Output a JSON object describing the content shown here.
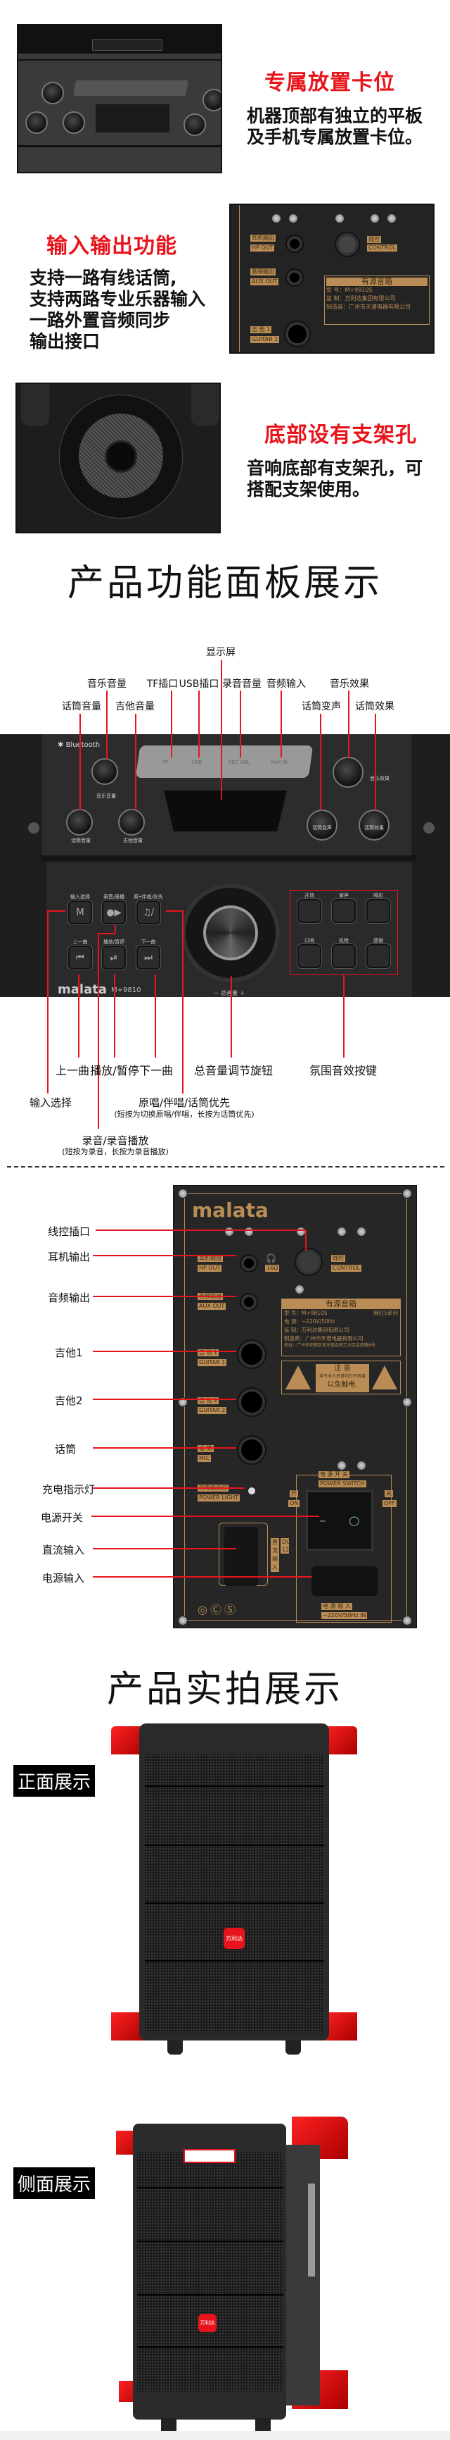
{
  "features": [
    {
      "title": "专属放置卡位",
      "body": [
        "机器顶部有独立的平板",
        "及手机专属放置卡位。"
      ]
    },
    {
      "title": "输入输出功能",
      "body": [
        "支持一路有线话筒,",
        "支持两路专业乐器输入",
        "一路外置音频同步",
        "输出接口"
      ]
    },
    {
      "title": "底部设有支架孔",
      "body": [
        "音响底部有支架孔，可",
        "搭配支架使用。"
      ]
    }
  ],
  "panel_section": {
    "heading": "产品功能面板展示",
    "top_labels": [
      "显示屏",
      "音乐音量",
      "TF插口",
      "USB插口",
      "录音音量",
      "音频输入",
      "音乐效果",
      "话筒音量",
      "吉他音量",
      "话筒变声",
      "话筒效果"
    ],
    "bottom_labels": [
      "上一曲",
      "播放/暂停",
      "下一曲",
      "总音量调节旋钮",
      "氛围音效按键",
      "输入选择"
    ],
    "original_label": "原唱/伴唱/话筒优先",
    "original_note": "(短按为切换原唱/伴唱，长按为话筒优先)",
    "record_label": "录音/录音播放",
    "record_note": "(短按为录音，长按为录音播放)",
    "device": {
      "bluetooth": "Bluetooth",
      "slot_labels": [
        "TF",
        "USB",
        "REC VOL",
        "AUX IN"
      ],
      "knob_labels": [
        "音乐音量",
        "话筒音量",
        "吉他音量",
        "音乐效果",
        "话筒变声",
        "话筒效果"
      ],
      "button_labels": [
        "输入选择",
        "录音/录播",
        "原•伴唱/优先",
        "上一曲",
        "播放/暂停",
        "下一曲"
      ],
      "button_glyphs": [
        "M",
        "●▶",
        "♫/",
        "⏮",
        "⏯",
        "⏭"
      ],
      "effect_labels": [
        "开场",
        "掌声",
        "喝彩",
        "口哨",
        "机枪",
        "感谢"
      ],
      "master_volume": "－  总音量  ＋",
      "brand": "malata",
      "model": "M+9810"
    }
  },
  "back_panel": {
    "labels": [
      "线控插口",
      "耳机输出",
      "音频输出",
      "吉他1",
      "吉他2",
      "话筒",
      "充电指示灯",
      "电源开关",
      "直流输入",
      "电源输入"
    ],
    "brand": "malata",
    "plates": {
      "hp": [
        "耳机输出",
        "HP OUT"
      ],
      "ohm": "16Ω",
      "control": [
        "线控",
        "CONTROL"
      ],
      "aux": [
        "音频输出",
        "AUX OUT"
      ],
      "guitar1": [
        "吉 他 1",
        "GUITAR 1"
      ],
      "guitar2": [
        "吉 他 2",
        "GUITAR 2"
      ],
      "mic": [
        "话 筒",
        "MIC"
      ],
      "light": [
        "充电指示灯",
        "POWER LIGHT"
      ],
      "switch": [
        "电 源 开 关",
        "POWER SWITCH"
      ],
      "on": [
        "开",
        "ON"
      ],
      "off": [
        "关",
        "OFF"
      ],
      "dc": [
        "直流输入",
        "DC 12V"
      ],
      "ac": [
        "电 源 输 入",
        "~220V/50Hz IN"
      ]
    },
    "nameplate": {
      "title": "有源音箱",
      "model": "型  号：M+9810S",
      "series": "网红S系列",
      "power": "电  源：~220V/50Hz",
      "supervisor": "监  制：万利达集团有限公司",
      "maker": "制造商：广州市天谱电器有限公司",
      "address": "地址：广州市花都区花东镇金田工业区金田路8号"
    },
    "warning": {
      "title": "注 意",
      "line1": "非专业人员请勿打开机盖",
      "line2": "以免触电."
    }
  },
  "photo_section": {
    "heading": "产品实拍展示",
    "front_tag": "正面展示",
    "side_tag": "侧面展示",
    "logo": "万利达"
  },
  "colors": {
    "accent_red": "#e8141b",
    "gold": "#b98d55",
    "panel_dark": "#2a2a2a"
  }
}
